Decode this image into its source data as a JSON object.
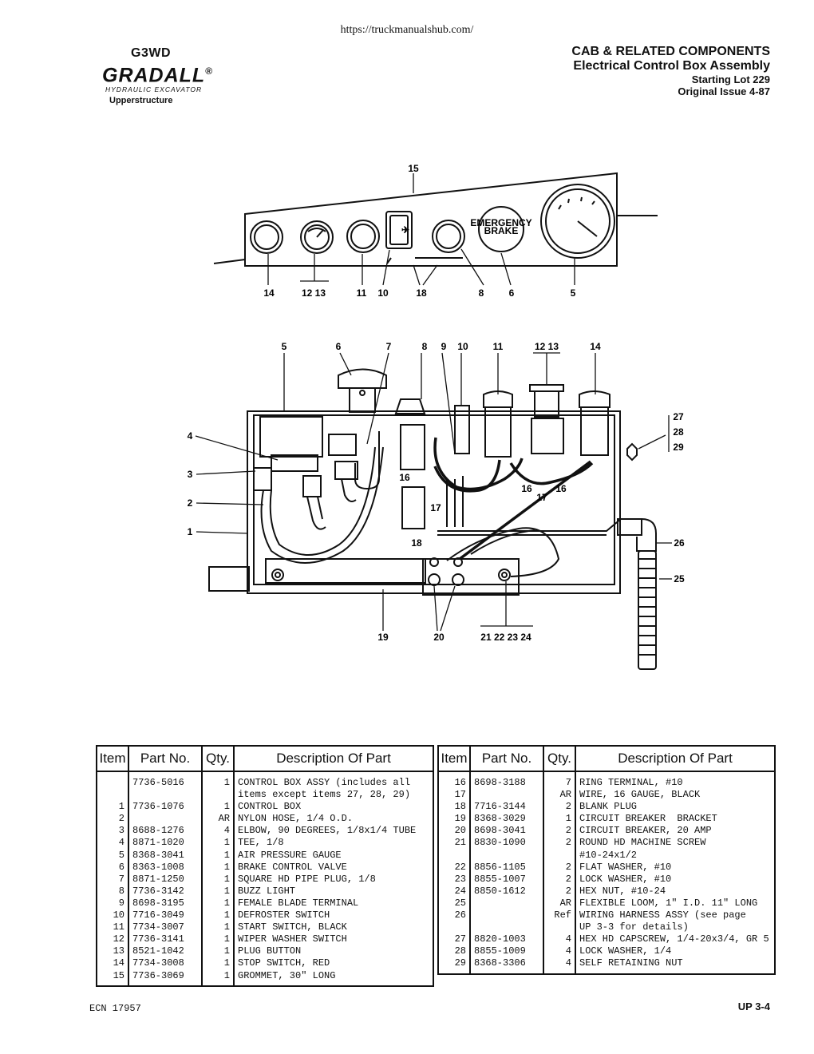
{
  "source_url": "https://truckmanualshub.com/",
  "header_left": {
    "model": "G3WD",
    "brand": "GRADALL",
    "registered_mark": "®",
    "subtitle": "HYDRAULIC EXCAVATOR",
    "section": "Upperstructure"
  },
  "header_right": {
    "title": "CAB & RELATED COMPONENTS",
    "subtitle": "Electrical Control Box Assembly",
    "lot": "Starting Lot 229",
    "issue": "Original Issue 4-87"
  },
  "top_panel": {
    "switch_icon_label": "✈",
    "brake_label_1": "EMERGENCY",
    "brake_label_2": "BRAKE",
    "callouts": [
      "15",
      "14",
      "12 13",
      "11",
      "10",
      "18",
      "8",
      "6",
      "5"
    ]
  },
  "control_box": {
    "top_callouts": [
      "5",
      "6",
      "7",
      "8",
      "9",
      "10",
      "11",
      "12 13",
      "14"
    ],
    "left_callouts": [
      "4",
      "3",
      "2",
      "1"
    ],
    "right_callouts": [
      "27",
      "28",
      "29",
      "26",
      "25"
    ],
    "inner_callouts": [
      "16",
      "16",
      "16",
      "17",
      "17",
      "18"
    ],
    "bottom_callouts": [
      "19",
      "20",
      "21 22 23 24"
    ]
  },
  "table": {
    "headers": {
      "item": "Item",
      "part": "Part No.",
      "qty": "Qty.",
      "desc": "Description Of Part"
    },
    "left": {
      "items": "\n\n1\n2\n3\n4\n5\n6\n7\n8\n9\n10\n11\n12\n13\n14\n15",
      "parts": "7736-5016\n\n7736-1076\n\n8688-1276\n8871-1020\n8368-3041\n8363-1008\n8871-1250\n7736-3142\n8698-3195\n7716-3049\n7734-3007\n7736-3141\n8521-1042\n7734-3008\n7736-3069",
      "qtys": "1\n\n1\nAR\n4\n1\n1\n1\n1\n1\n1\n1\n1\n1\n1\n1\n1",
      "descs": "CONTROL BOX ASSY (includes all\nitems except items 27, 28, 29)\nCONTROL BOX\nNYLON HOSE, 1/4 O.D.\nELBOW, 90 DEGREES, 1/8x1/4 TUBE\nTEE, 1/8\nAIR PRESSURE GAUGE\nBRAKE CONTROL VALVE\nSQUARE HD PIPE PLUG, 1/8\nBUZZ LIGHT\nFEMALE BLADE TERMINAL\nDEFROSTER SWITCH\nSTART SWITCH, BLACK\nWIPER WASHER SWITCH\nPLUG BUTTON\nSTOP SWITCH, RED\nGROMMET, 30\" LONG"
    },
    "right": {
      "items": "16\n17\n18\n19\n20\n21\n\n22\n23\n24\n25\n26\n\n27\n28\n29",
      "parts": "8698-3188\n\n7716-3144\n8368-3029\n8698-3041\n8830-1090\n\n8856-1105\n8855-1007\n8850-1612\n\n\n\n8820-1003\n8855-1009\n8368-3306",
      "qtys": "7\nAR\n2\n1\n2\n2\n\n2\n2\n2\nAR\nRef\n\n4\n4\n4",
      "descs": "RING TERMINAL, #10\nWIRE, 16 GAUGE, BLACK\nBLANK PLUG\nCIRCUIT BREAKER  BRACKET\nCIRCUIT BREAKER, 20 AMP\nROUND HD MACHINE SCREW\n#10-24x1/2\nFLAT WASHER, #10\nLOCK WASHER, #10\nHEX NUT, #10-24\nFLEXIBLE LOOM, 1\" I.D. 11\" LONG\nWIRING HARNESS ASSY (see page\nUP 3-3 for details)\nHEX HD CAPSCREW, 1/4-20x3/4, GR 5\nLOCK WASHER, 1/4\nSELF RETAINING NUT"
    }
  },
  "footer": {
    "ecn": "ECN 17957",
    "page": "UP 3-4"
  }
}
